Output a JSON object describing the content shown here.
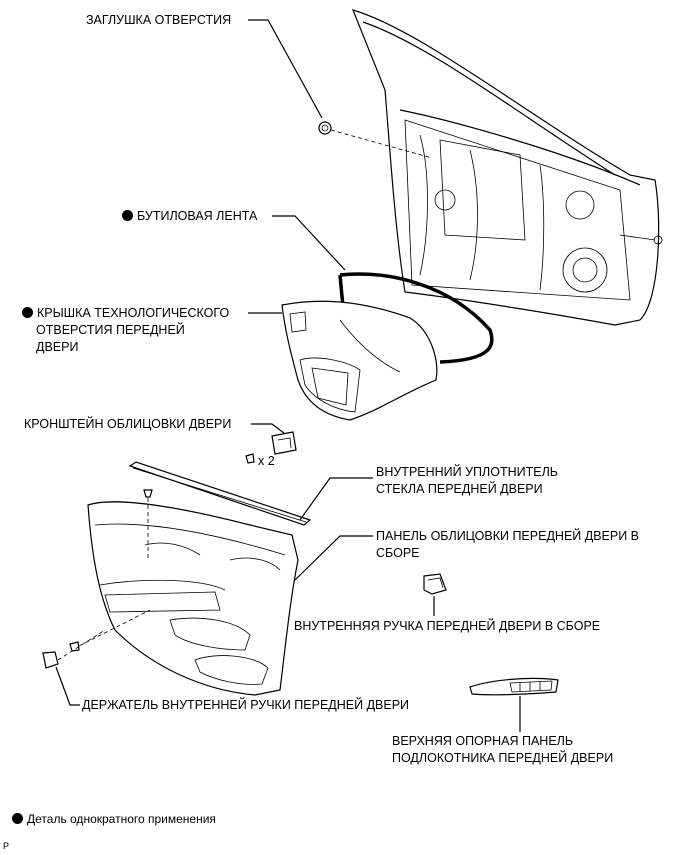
{
  "labels": {
    "hole_plug": "ЗАГЛУШКА ОТВЕРСТИЯ",
    "butyl_tape": "БУТИЛОВАЯ ЛЕНТА",
    "service_hole_cover_l1": "КРЫШКА ТЕХНОЛОГИЧЕСКОГО",
    "service_hole_cover_l2": "ОТВЕРСТИЯ ПЕРЕДНЕЙ",
    "service_hole_cover_l3": "ДВЕРИ",
    "trim_bracket": "КРОНШТЕЙН ОБЛИЦОВКИ ДВЕРИ",
    "qty": "x 2",
    "weatherstrip_l1": "ВНУТРЕННИЙ УПЛОТНИТЕЛЬ",
    "weatherstrip_l2": "СТЕКЛА ПЕРЕДНЕЙ ДВЕРИ",
    "trim_board_l1": "ПАНЕЛЬ ОБЛИЦОВКИ ПЕРЕДНЕЙ ДВЕРИ В",
    "trim_board_l2": "СБОРЕ",
    "inside_handle": "ВНУТРЕННЯЯ РУЧКА ПЕРЕДНЕЙ ДВЕРИ В СБОРЕ",
    "handle_bezel": "ДЕРЖАТЕЛЬ ВНУТРЕННЕЙ РУЧКИ ПЕРЕДНЕЙ ДВЕРИ",
    "armrest_panel_l1": "ВЕРХНЯЯ ОПОРНАЯ ПАНЕЛЬ",
    "armrest_panel_l2": "ПОДЛОКОТНИКА ПЕРЕДНЕЙ ДВЕРИ"
  },
  "legend": {
    "non_reusable": "Деталь однократного применения"
  },
  "corner_mark": "P"
}
